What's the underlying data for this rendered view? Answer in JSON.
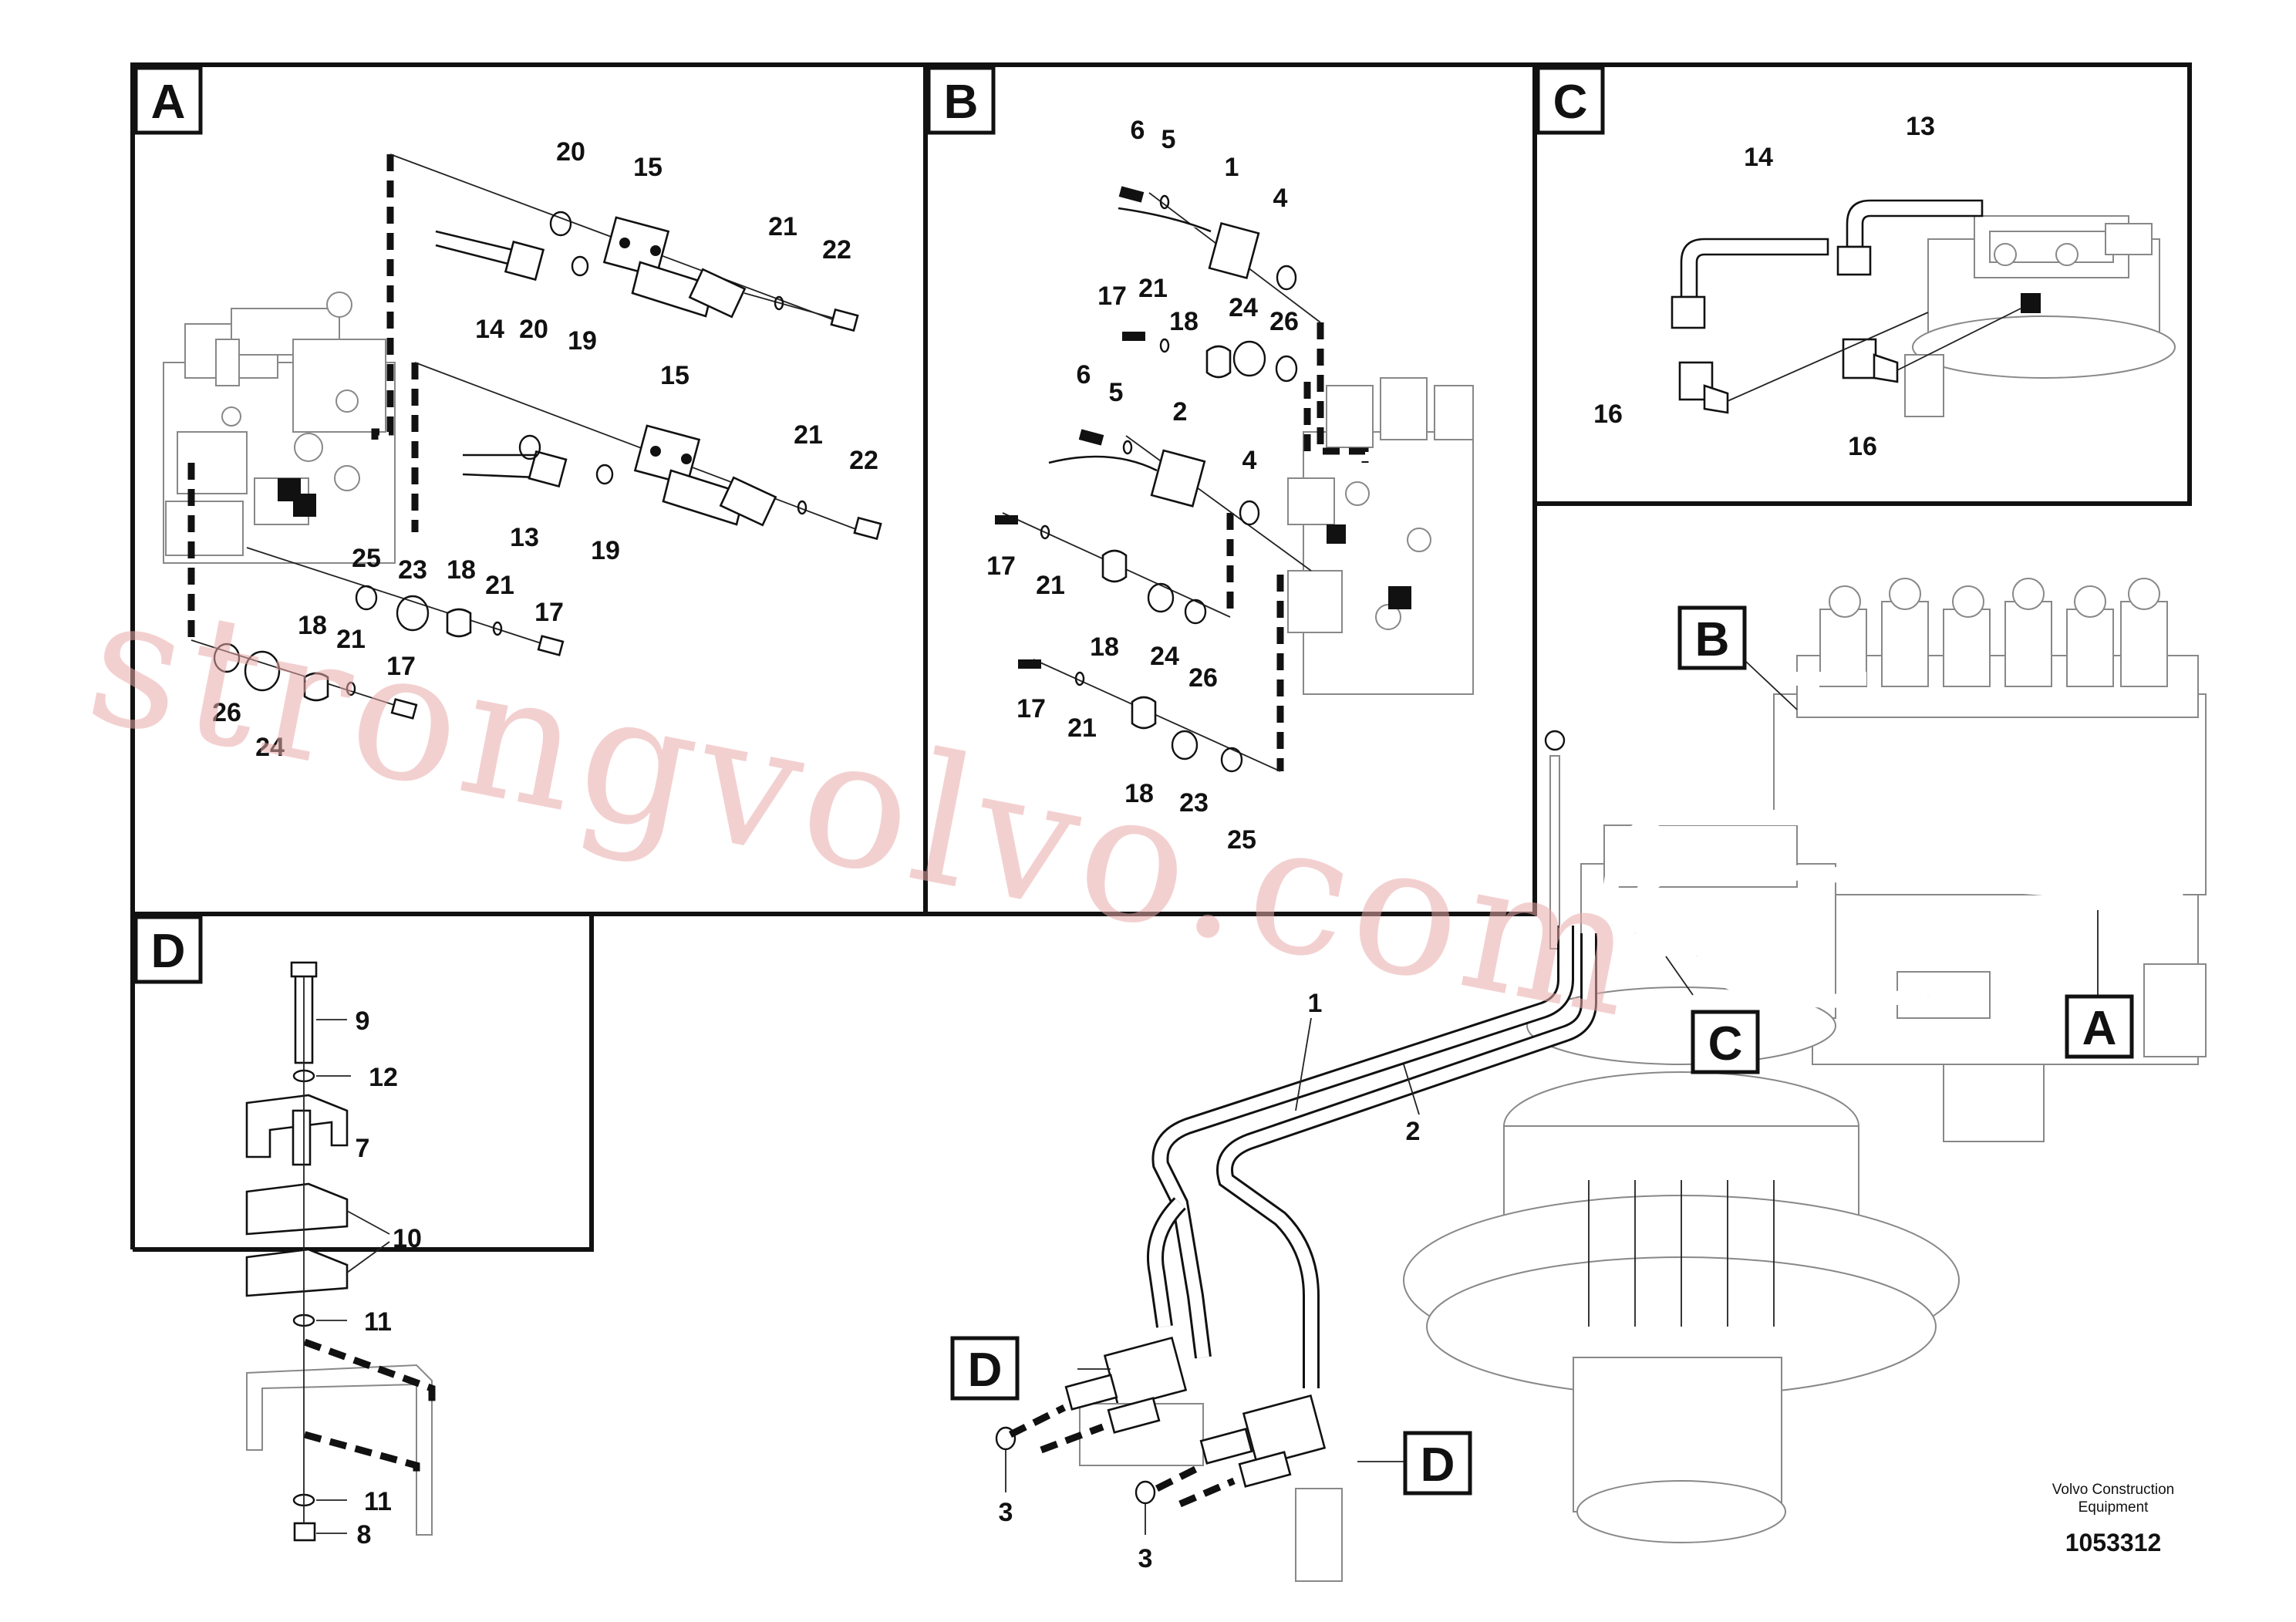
{
  "panels": {
    "A": {
      "tag": "A",
      "labels": [
        {
          "id": "20",
          "t": "20"
        },
        {
          "id": "15",
          "t": "15"
        },
        {
          "id": "21",
          "t": "21"
        },
        {
          "id": "22",
          "t": "22"
        },
        {
          "id": "14",
          "t": "14"
        },
        {
          "id": "20b",
          "t": "20"
        },
        {
          "id": "19",
          "t": "19"
        },
        {
          "id": "15b",
          "t": "15"
        },
        {
          "id": "21b",
          "t": "21"
        },
        {
          "id": "22b",
          "t": "22"
        },
        {
          "id": "13",
          "t": "13"
        },
        {
          "id": "19b",
          "t": "19"
        },
        {
          "id": "25",
          "t": "25"
        },
        {
          "id": "23",
          "t": "23"
        },
        {
          "id": "18",
          "t": "18"
        },
        {
          "id": "21c",
          "t": "21"
        },
        {
          "id": "17",
          "t": "17"
        },
        {
          "id": "18b",
          "t": "18"
        },
        {
          "id": "21d",
          "t": "21"
        },
        {
          "id": "26",
          "t": "26"
        },
        {
          "id": "17b",
          "t": "17"
        },
        {
          "id": "24",
          "t": "24"
        }
      ]
    },
    "B": {
      "tag": "B",
      "labels": [
        {
          "id": "6",
          "t": "6"
        },
        {
          "id": "5",
          "t": "5"
        },
        {
          "id": "1",
          "t": "1"
        },
        {
          "id": "4",
          "t": "4"
        },
        {
          "id": "17",
          "t": "17"
        },
        {
          "id": "21",
          "t": "21"
        },
        {
          "id": "18",
          "t": "18"
        },
        {
          "id": "24",
          "t": "24"
        },
        {
          "id": "26",
          "t": "26"
        },
        {
          "id": "6b",
          "t": "6"
        },
        {
          "id": "5b",
          "t": "5"
        },
        {
          "id": "2",
          "t": "2"
        },
        {
          "id": "4b",
          "t": "4"
        },
        {
          "id": "17b",
          "t": "17"
        },
        {
          "id": "21b",
          "t": "21"
        },
        {
          "id": "18b",
          "t": "18"
        },
        {
          "id": "24b",
          "t": "24"
        },
        {
          "id": "26b",
          "t": "26"
        },
        {
          "id": "17c",
          "t": "17"
        },
        {
          "id": "21c",
          "t": "21"
        },
        {
          "id": "18c",
          "t": "18"
        },
        {
          "id": "23",
          "t": "23"
        },
        {
          "id": "25",
          "t": "25"
        }
      ]
    },
    "C": {
      "tag": "C",
      "labels": [
        {
          "id": "14",
          "t": "14"
        },
        {
          "id": "13",
          "t": "13"
        },
        {
          "id": "16",
          "t": "16"
        },
        {
          "id": "16b",
          "t": "16"
        }
      ]
    },
    "D": {
      "tag": "D",
      "labels": [
        {
          "id": "9",
          "t": "9"
        },
        {
          "id": "12",
          "t": "12"
        },
        {
          "id": "7",
          "t": "7"
        },
        {
          "id": "10",
          "t": "10"
        },
        {
          "id": "11",
          "t": "11"
        },
        {
          "id": "11b",
          "t": "11"
        },
        {
          "id": "8",
          "t": "8"
        }
      ]
    }
  },
  "main": {
    "callouts": {
      "B": "B",
      "C": "C",
      "A": "A",
      "D1": "D",
      "D2": "D"
    },
    "labels": {
      "n1": "1",
      "n2": "2",
      "n3a": "3",
      "n3b": "3"
    }
  },
  "watermark": "strongvolvo.com",
  "footer": {
    "company_line1": "Volvo Construction",
    "company_line2": "Equipment",
    "drawing_number": "1053312"
  }
}
